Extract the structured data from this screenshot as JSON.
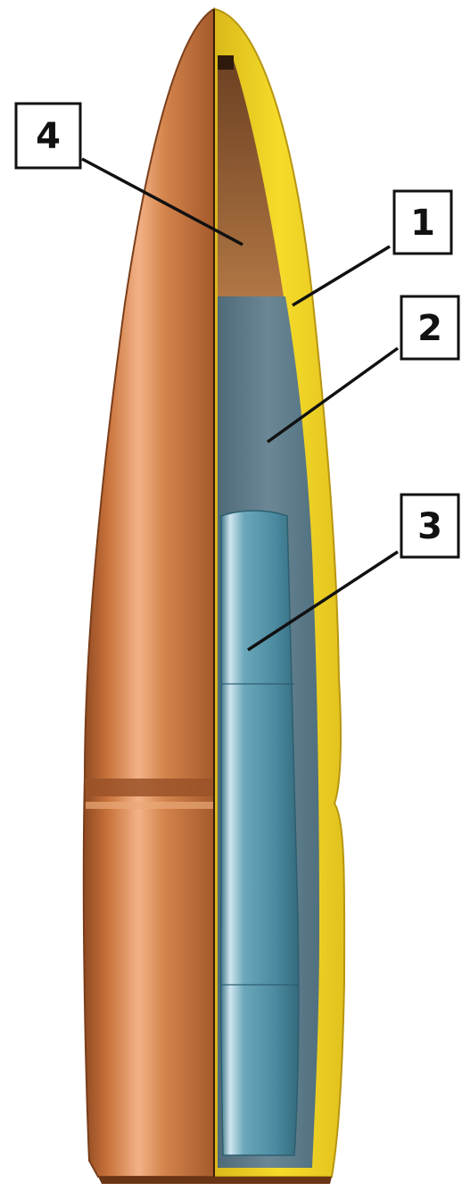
{
  "diagram": {
    "callouts": [
      {
        "id": "jacket",
        "label": "1"
      },
      {
        "id": "lead-core",
        "label": "2"
      },
      {
        "id": "penetrator",
        "label": "3"
      },
      {
        "id": "tip-cavity",
        "label": "4"
      }
    ]
  },
  "colors": {
    "copper": "#c8713a",
    "copper_highlight": "#f2b286",
    "copper_shadow": "#8e4a22",
    "jacket_section": "#f2d323",
    "lead_core": "#5f7c8a",
    "penetrator": "#4f8ea3",
    "tip_cavity": "#a0683a"
  }
}
